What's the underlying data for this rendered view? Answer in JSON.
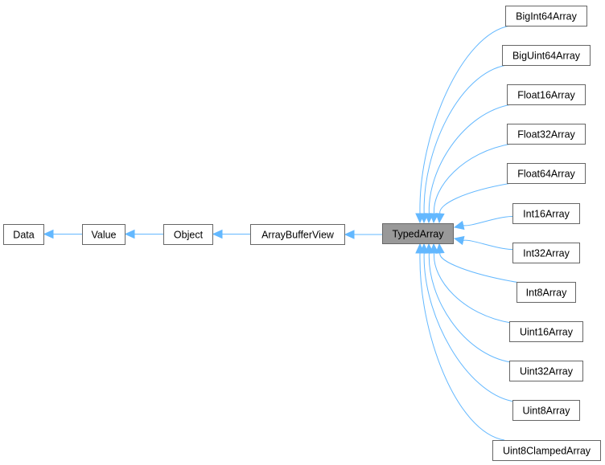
{
  "diagram": {
    "title": "TypedArray inheritance graph",
    "colors": {
      "edge": "#63b8ff",
      "node_border": "#666666",
      "node_fill": "#ffffff",
      "highlight_fill": "#999999"
    },
    "nodes": [
      {
        "id": "Data",
        "label": "Data"
      },
      {
        "id": "Value",
        "label": "Value"
      },
      {
        "id": "Object",
        "label": "Object"
      },
      {
        "id": "ArrayBufferView",
        "label": "ArrayBufferView"
      },
      {
        "id": "TypedArray",
        "label": "TypedArray",
        "highlight": true
      },
      {
        "id": "BigInt64Array",
        "label": "BigInt64Array"
      },
      {
        "id": "BigUint64Array",
        "label": "BigUint64Array"
      },
      {
        "id": "Float16Array",
        "label": "Float16Array"
      },
      {
        "id": "Float32Array",
        "label": "Float32Array"
      },
      {
        "id": "Float64Array",
        "label": "Float64Array"
      },
      {
        "id": "Int16Array",
        "label": "Int16Array"
      },
      {
        "id": "Int32Array",
        "label": "Int32Array"
      },
      {
        "id": "Int8Array",
        "label": "Int8Array"
      },
      {
        "id": "Uint16Array",
        "label": "Uint16Array"
      },
      {
        "id": "Uint32Array",
        "label": "Uint32Array"
      },
      {
        "id": "Uint8Array",
        "label": "Uint8Array"
      },
      {
        "id": "Uint8ClampedArray",
        "label": "Uint8ClampedArray"
      }
    ],
    "edges": [
      {
        "from": "Value",
        "to": "Data"
      },
      {
        "from": "Object",
        "to": "Value"
      },
      {
        "from": "ArrayBufferView",
        "to": "Object"
      },
      {
        "from": "TypedArray",
        "to": "ArrayBufferView"
      },
      {
        "from": "BigInt64Array",
        "to": "TypedArray"
      },
      {
        "from": "BigUint64Array",
        "to": "TypedArray"
      },
      {
        "from": "Float16Array",
        "to": "TypedArray"
      },
      {
        "from": "Float32Array",
        "to": "TypedArray"
      },
      {
        "from": "Float64Array",
        "to": "TypedArray"
      },
      {
        "from": "Int16Array",
        "to": "TypedArray"
      },
      {
        "from": "Int32Array",
        "to": "TypedArray"
      },
      {
        "from": "Int8Array",
        "to": "TypedArray"
      },
      {
        "from": "Uint16Array",
        "to": "TypedArray"
      },
      {
        "from": "Uint32Array",
        "to": "TypedArray"
      },
      {
        "from": "Uint8Array",
        "to": "TypedArray"
      },
      {
        "from": "Uint8ClampedArray",
        "to": "TypedArray"
      }
    ]
  }
}
